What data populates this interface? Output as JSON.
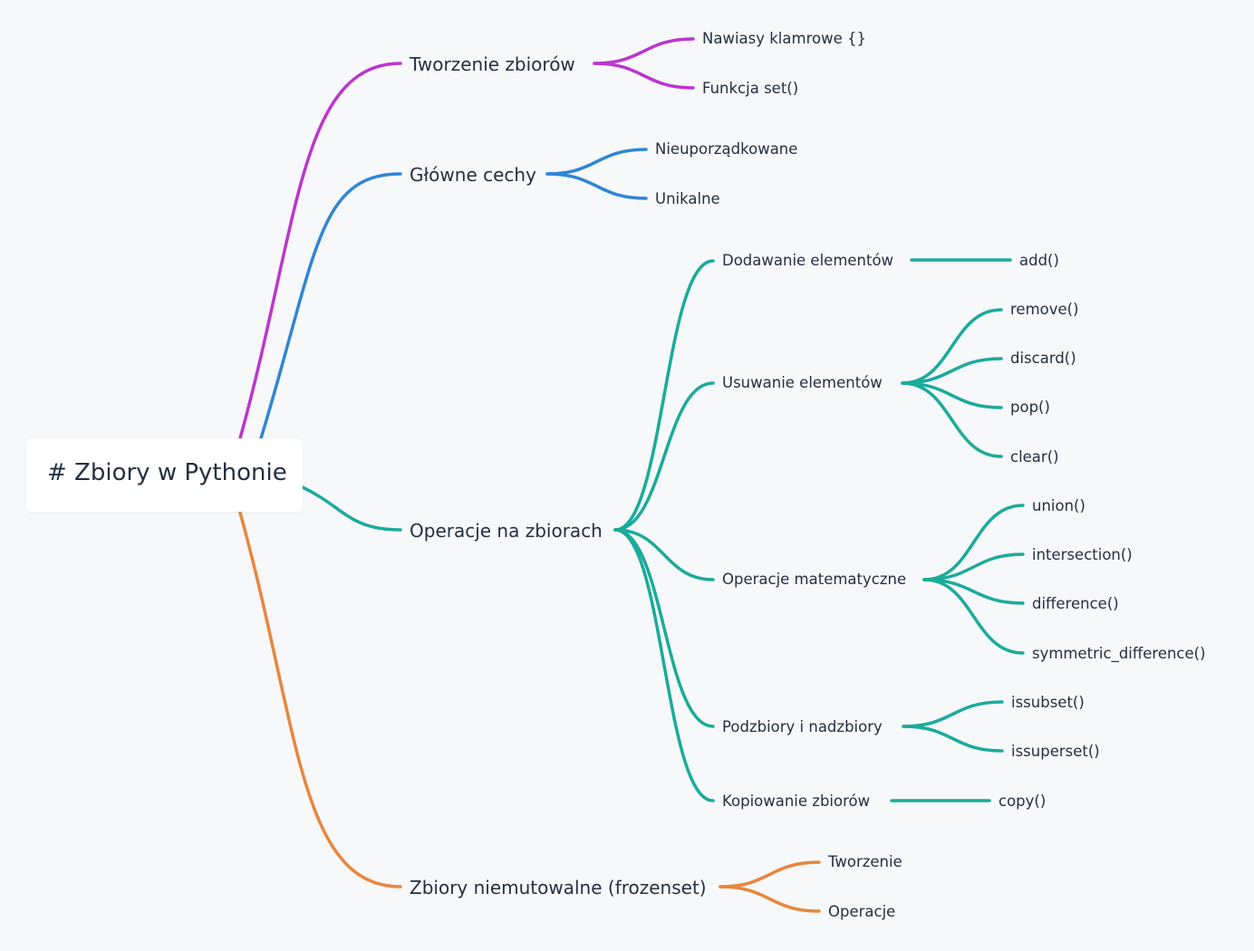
{
  "root": {
    "label": "# Zbiory w Pythonie"
  },
  "colors": {
    "purple": "#bb36cc",
    "blue": "#2f86d4",
    "teal": "#1aab9b",
    "orange": "#e8863f",
    "text": "#253040",
    "background": "#f7f8fa"
  },
  "branches": [
    {
      "label": "Tworzenie zbiorów",
      "color": "purple",
      "children": [
        {
          "label": "Nawiasy klamrowe {}"
        },
        {
          "label": "Funkcja set()"
        }
      ]
    },
    {
      "label": "Główne cechy",
      "color": "blue",
      "children": [
        {
          "label": "Nieuporządkowane"
        },
        {
          "label": "Unikalne"
        }
      ]
    },
    {
      "label": "Operacje na zbiorach",
      "color": "teal",
      "children": [
        {
          "label": "Dodawanie elementów",
          "children": [
            {
              "label": "add()"
            }
          ]
        },
        {
          "label": "Usuwanie elementów",
          "children": [
            {
              "label": "remove()"
            },
            {
              "label": "discard()"
            },
            {
              "label": "pop()"
            },
            {
              "label": "clear()"
            }
          ]
        },
        {
          "label": "Operacje matematyczne",
          "children": [
            {
              "label": "union()"
            },
            {
              "label": "intersection()"
            },
            {
              "label": "difference()"
            },
            {
              "label": "symmetric_difference()"
            }
          ]
        },
        {
          "label": "Podzbiory i nadzbiory",
          "children": [
            {
              "label": "issubset()"
            },
            {
              "label": "issuperset()"
            }
          ]
        },
        {
          "label": "Kopiowanie zbiorów",
          "children": [
            {
              "label": "copy()"
            }
          ]
        }
      ]
    },
    {
      "label": "Zbiory niemutowalne (frozenset)",
      "color": "orange",
      "children": [
        {
          "label": "Tworzenie"
        },
        {
          "label": "Operacje"
        }
      ]
    }
  ]
}
